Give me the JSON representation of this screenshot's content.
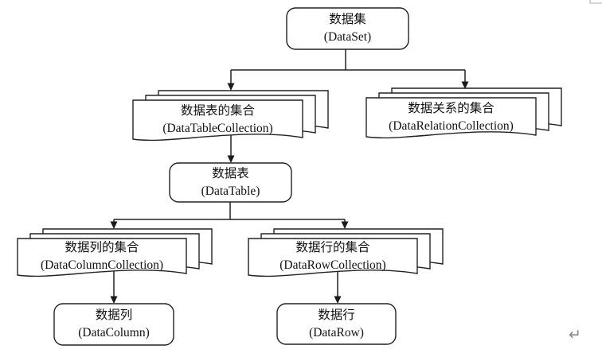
{
  "diagram": {
    "background": "#ffffff",
    "stroke_color": "#222222",
    "mark_color": "#8a8a8a",
    "nodes": {
      "dataset": {
        "zh": "数据集",
        "en": "(DataSet)",
        "shape": "rounded-rectangle"
      },
      "data_table_collection": {
        "zh": "数据表的集合",
        "en": "(DataTableCollection)",
        "shape": "multidocument-stack"
      },
      "data_relation_collection": {
        "zh": "数据关系的集合",
        "en": "(DataRelationCollection)",
        "shape": "multidocument-stack"
      },
      "data_table": {
        "zh": "数据表",
        "en": "(DataTable)",
        "shape": "rounded-rectangle"
      },
      "data_column_collection": {
        "zh": "数据列的集合",
        "en": "(DataColumnCollection)",
        "shape": "multidocument-stack"
      },
      "data_row_collection": {
        "zh": "数据行的集合",
        "en": "(DataRowCollection)",
        "shape": "multidocument-stack"
      },
      "data_column": {
        "zh": "数据列",
        "en": "(DataColumn)",
        "shape": "rounded-rectangle"
      },
      "data_row": {
        "zh": "数据行",
        "en": "(DataRow)",
        "shape": "rounded-rectangle"
      }
    },
    "edges": [
      {
        "from": "dataset",
        "to": "data_table_collection"
      },
      {
        "from": "dataset",
        "to": "data_relation_collection"
      },
      {
        "from": "data_table_collection",
        "to": "data_table"
      },
      {
        "from": "data_table",
        "to": "data_column_collection"
      },
      {
        "from": "data_table",
        "to": "data_row_collection"
      },
      {
        "from": "data_column_collection",
        "to": "data_column"
      },
      {
        "from": "data_row_collection",
        "to": "data_row"
      }
    ],
    "marks": {
      "paragraph_return": "↵"
    }
  }
}
